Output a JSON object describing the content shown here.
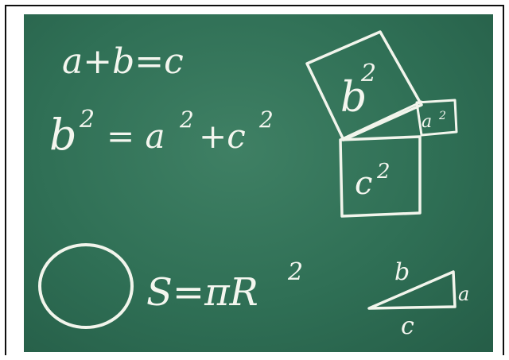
{
  "board": {
    "color": "#2f6f55",
    "chalk_color": "#f4f6ef"
  },
  "formulas": {
    "line1": "a+b=c",
    "line2_base": "b",
    "line2_sup": "2",
    "line2_rest_a": "= a",
    "line2_sup2": "2",
    "line2_rest_c": "+c",
    "line2_sup3": "2",
    "circle_formula": "S=πR",
    "circle_sup": "2"
  },
  "squares": {
    "b_sq_base": "b",
    "b_sq_sup": "2",
    "a_sq_base": "a",
    "a_sq_sup": "2",
    "c_sq_base": "c",
    "c_sq_sup": "2"
  },
  "triangle": {
    "hyp": "b",
    "side": "a",
    "base": "c"
  }
}
